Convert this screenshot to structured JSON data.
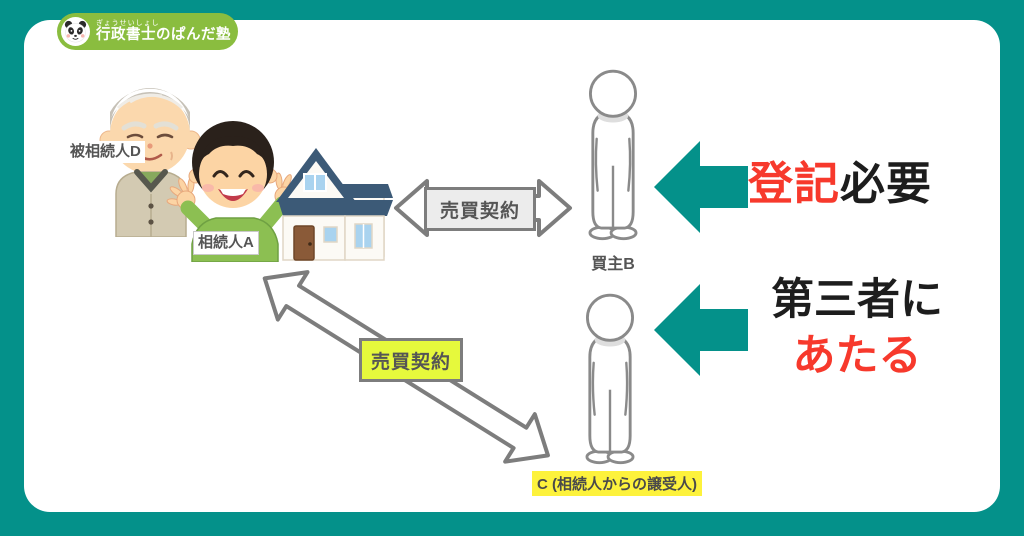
{
  "logo": {
    "furigana": "ぎょうせいしょし",
    "title": "行政書士のぱんだ塾"
  },
  "actors": {
    "decedent_label": "被相続人D",
    "heir_label": "相続人A",
    "buyer_label": "買主B",
    "transferee_label": "C (相続人からの譲受人)"
  },
  "contracts": {
    "top_label": "売買契約",
    "bottom_label": "売買契約"
  },
  "annotations": {
    "registration": {
      "red": "登記",
      "black": "必要"
    },
    "third_party": {
      "black": "第三者に",
      "red": "あたる"
    }
  },
  "colors": {
    "frame_teal": "#04918a",
    "logo_green": "#8abd3f",
    "accent_red": "#f7392c",
    "text_black": "#1d1d1d",
    "label_gray": "#555555",
    "arrow_outline_gray": "#7d7d7d",
    "contract_yellow": "#e6f93c",
    "highlight_yellow": "#fdf23c"
  }
}
